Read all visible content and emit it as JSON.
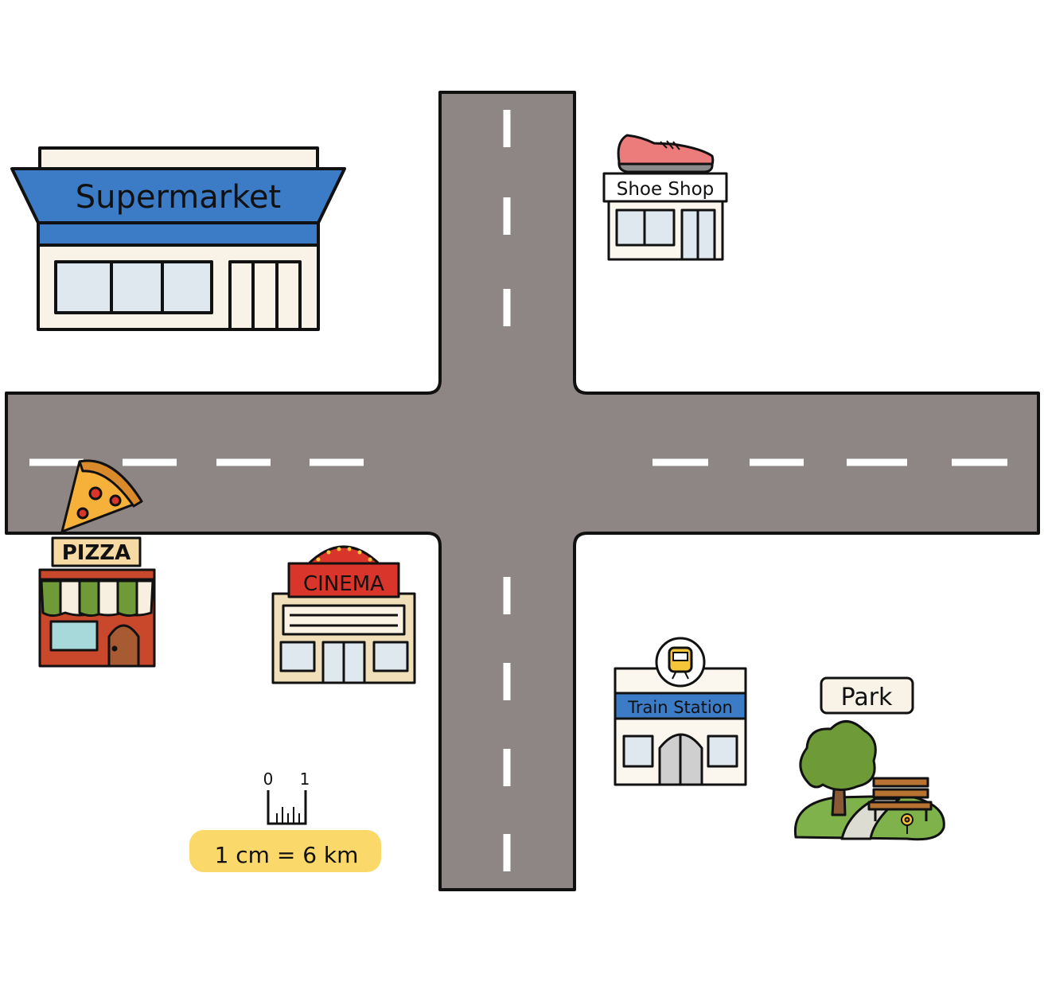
{
  "places": {
    "supermarket": "Supermarket",
    "shoe_shop": "Shoe Shop",
    "pizza": "PIZZA",
    "cinema": "CINEMA",
    "train_station": "Train Station",
    "park": "Park"
  },
  "scale": {
    "ruler_start": "0",
    "ruler_end": "1",
    "label": "1 cm = 6 km"
  },
  "colors": {
    "road": "#8e8685",
    "road_marking": "#ffffff",
    "supermarket_sign": "#3c7bc6",
    "train_stripe": "#3c7bc6",
    "cinema_sign": "#d9352a",
    "pizza_shop": "#c9482b",
    "awning_green": "#6e9a37",
    "shoe": "#ec7b7b",
    "park_grass": "#7fb24a",
    "tree_leaves": "#6e9a37",
    "scale_badge": "#fbd86a"
  },
  "icons": [
    "supermarket-icon",
    "shoe-icon",
    "pizza-slice-icon",
    "cinema-icon",
    "train-icon",
    "tree-icon",
    "bench-icon",
    "flower-icon",
    "ruler-icon"
  ]
}
